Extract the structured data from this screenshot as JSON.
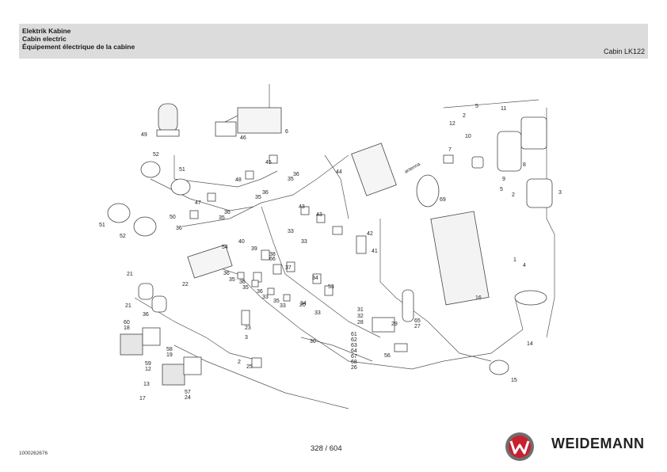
{
  "header": {
    "title_de": "Elektrik Kabine",
    "title_en": "Cabin electric",
    "title_fr": "Équipement électrique de la cabine",
    "model": "Cabin LK122"
  },
  "callouts": [
    "49",
    "46",
    "6",
    "52",
    "45",
    "36",
    "35",
    "44",
    "48",
    "51",
    "36",
    "35",
    "47",
    "36",
    "50",
    "35",
    "51",
    "36",
    "52",
    "43",
    "43",
    "33",
    "33",
    "42",
    "41",
    "54",
    "40",
    "39",
    "38",
    "66",
    "37",
    "34",
    "36",
    "35",
    "36",
    "35",
    "36",
    "33",
    "34",
    "53",
    "22",
    "21",
    "21",
    "36",
    "35",
    "33",
    "33",
    "20",
    "60",
    "18",
    "58",
    "19",
    "59",
    "12",
    "13",
    "17",
    "57",
    "24",
    "23",
    "3",
    "2",
    "25",
    "30",
    "31",
    "32",
    "28",
    "29",
    "65",
    "27",
    "61",
    "62",
    "63",
    "64",
    "67",
    "68",
    "26",
    "56",
    "69",
    "5",
    "11",
    "12",
    "2",
    "10",
    "7",
    "8",
    "9",
    "5",
    "2",
    "3",
    "1",
    "4",
    "16",
    "14",
    "15"
  ],
  "labels": {
    "antenna": "antenna"
  },
  "footer": {
    "doc_number": "1000262676",
    "page": "328 / 604",
    "brand": "WEIDEMANN"
  },
  "colors": {
    "header_bg": "#dcdcdc",
    "logo_red": "#c8202f",
    "logo_grey": "#6e6e6e",
    "line": "#555555"
  },
  "icons": {
    "logo": "weidemann-w-logo-icon"
  }
}
